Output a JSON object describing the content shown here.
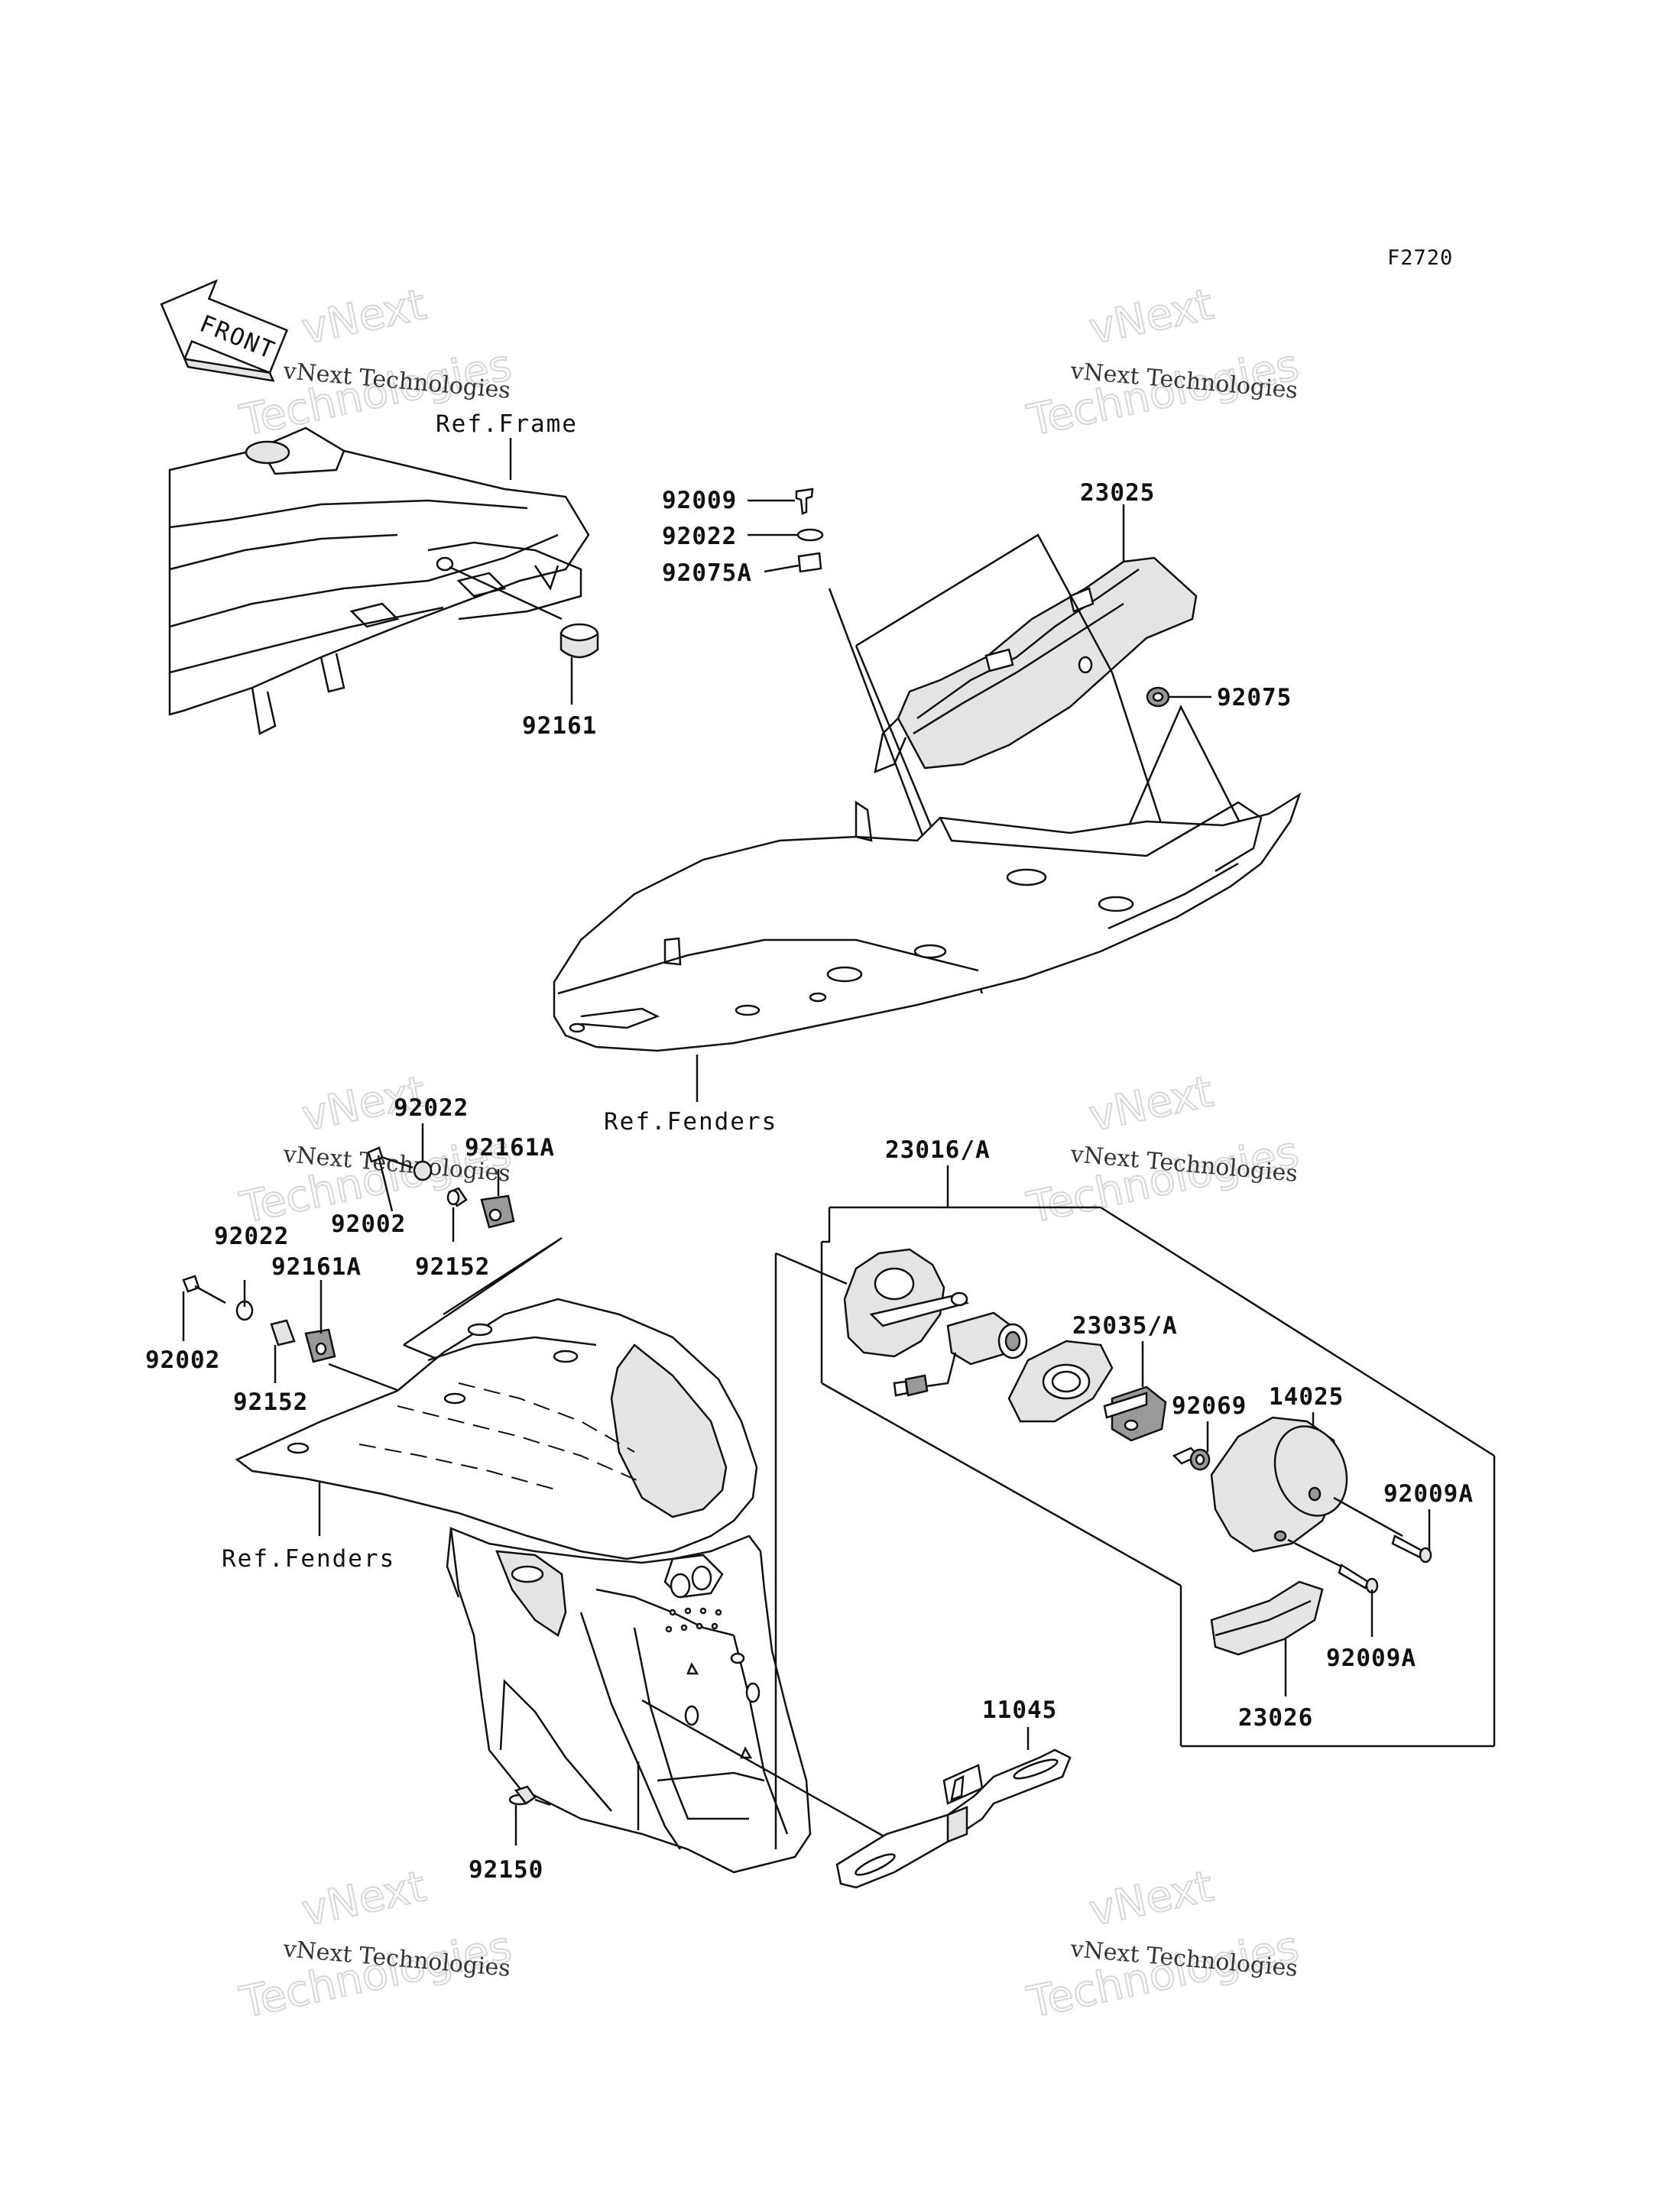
{
  "diagram_code": "F2720",
  "front_arrow_label": "FRONT",
  "watermark": {
    "line1": "vNext Technologies",
    "line2": "Technologies",
    "line3": "vNext"
  },
  "references": {
    "frame": "Ref.Frame",
    "fenders_upper": "Ref.Fenders",
    "fenders_lower": "Ref.Fenders"
  },
  "parts": {
    "p92009": "92009",
    "p92022_top": "92022",
    "p92075A": "92075A",
    "p23025": "23025",
    "p92075": "92075",
    "p92161": "92161",
    "p92022_a": "92022",
    "p92161A_a": "92161A",
    "p92002_a": "92002",
    "p92152_a": "92152",
    "p92022_b": "92022",
    "p92161A_b": "92161A",
    "p92002_b": "92002",
    "p92152_b": "92152",
    "p23016A": "23016/A",
    "p23035A": "23035/A",
    "p92069": "92069",
    "p14025": "14025",
    "p92009A_a": "92009A",
    "p92009A_b": "92009A",
    "p23026": "23026",
    "p11045": "11045",
    "p92150": "92150"
  }
}
